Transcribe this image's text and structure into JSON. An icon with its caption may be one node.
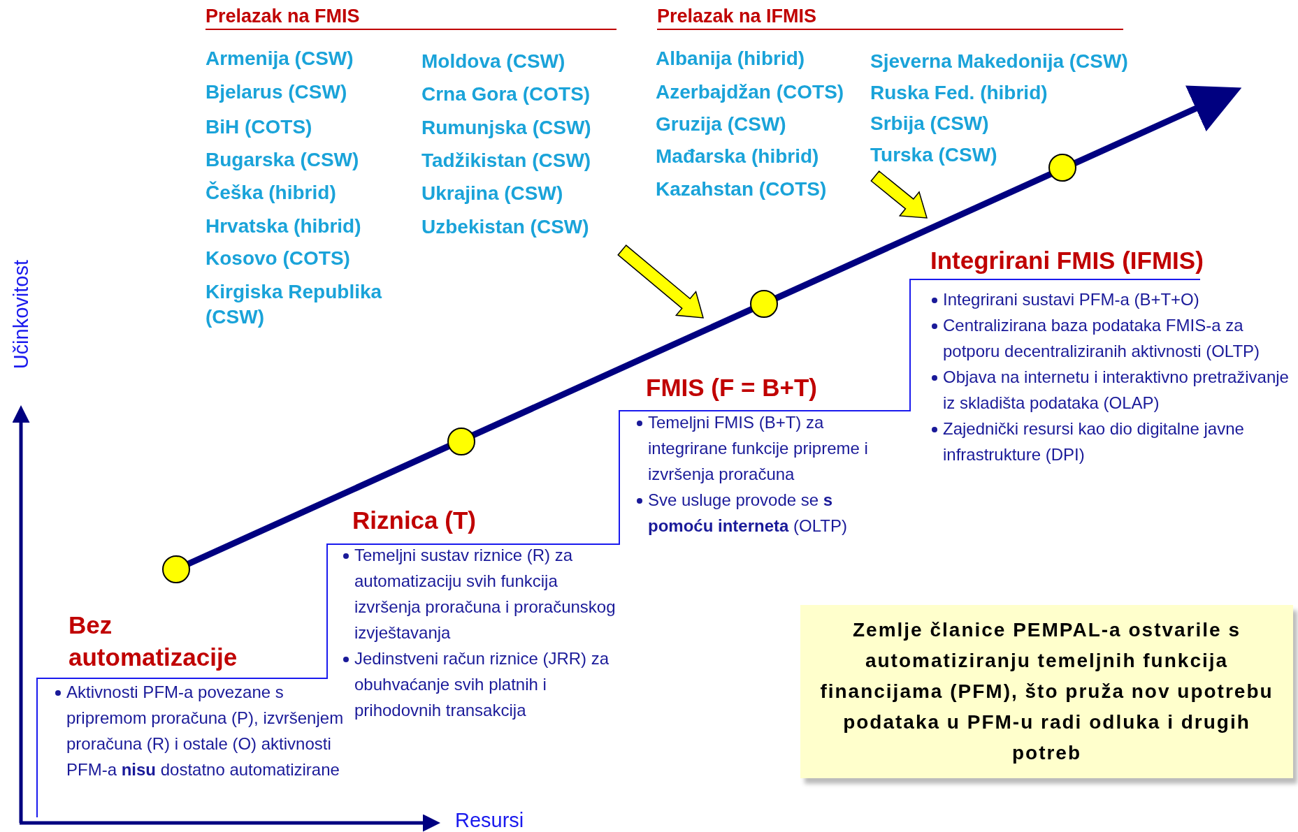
{
  "diagram": {
    "nodes": [
      {
        "text": [
          "Bez automatizacije",
          "Aktivnosti PFM-a povezane s pripremom proračuna (P), izvršenjem proračuna (R) i ostale (O) aktivnosti PFM-a **nisu** dostatno automatizirane"
        ]
      },
      {
        "text": [
          "Riznica (T)",
          "Temeljni sustav riznice (R) za automatizaciju svih funkcija izvršenja proračuna i proračunskog izvještavanja",
          "Jedinstveni račun riznice (JRR) za obuhvaćanje svih platnih i prihodovnih transakcija"
        ]
      },
      {
        "text": [
          "FMIS (F = B+T)",
          "Temeljni FMIS (B+T) za integrirane funkcije pripreme i izvršenja proračuna",
          "Sve usluge provode se **s pomoću interneta** (OLTP)"
        ]
      },
      {
        "text": [
          "Integrirani FMIS (IFMIS)",
          "Integrirani sustavi PFM-a (B+T+O)",
          "Centralizirana baza podataka FMIS-a za potporu decentraliziranih aktivnosti (OLTP)",
          "Objava na internetu i interaktivno pretraživanje iz skladišta podataka (OLAP)",
          "Zajednički resursi kao dio digitalne javne infrastrukture (DPI)"
        ]
      }
    ],
    "labels": [
      "Prelazak na FMIS",
      "Prelazak na IFMIS",
      "Armenija (CSW)",
      "Bjelarus (CSW)",
      "BiH (COTS)",
      "Bugarska (CSW)",
      "Češka (hibrid)",
      "Hrvatska (hibrid)",
      "Kosovo (COTS)",
      "Kirgiska Republika (CSW)",
      "Moldova (CSW)",
      "Crna Gora (COTS)",
      "Rumunjska (CSW)",
      "Tadžikistan (CSW)",
      "Ukrajina (CSW)",
      "Uzbekistan (CSW)",
      "Albanija (hibrid)",
      "Azerbajdžan (COTS)",
      "Gruzija (CSW)",
      "Mađarska (hibrid)",
      "Kazahstan (COTS)",
      "Sjeverna Makedonija (CSW)",
      "Ruska Fed. (hibrid)",
      "Srbija (CSW)",
      "Turska (CSW)",
      "Učinkovitost",
      "Resursi",
      "Zemlje članice PEMPAL-a ostvarile s automatiziranju temeljnih funkcija financijama (PFM), što pruža nov upotrebu podataka u PFM-u radi odluka i drugih potreb"
    ]
  }
}
